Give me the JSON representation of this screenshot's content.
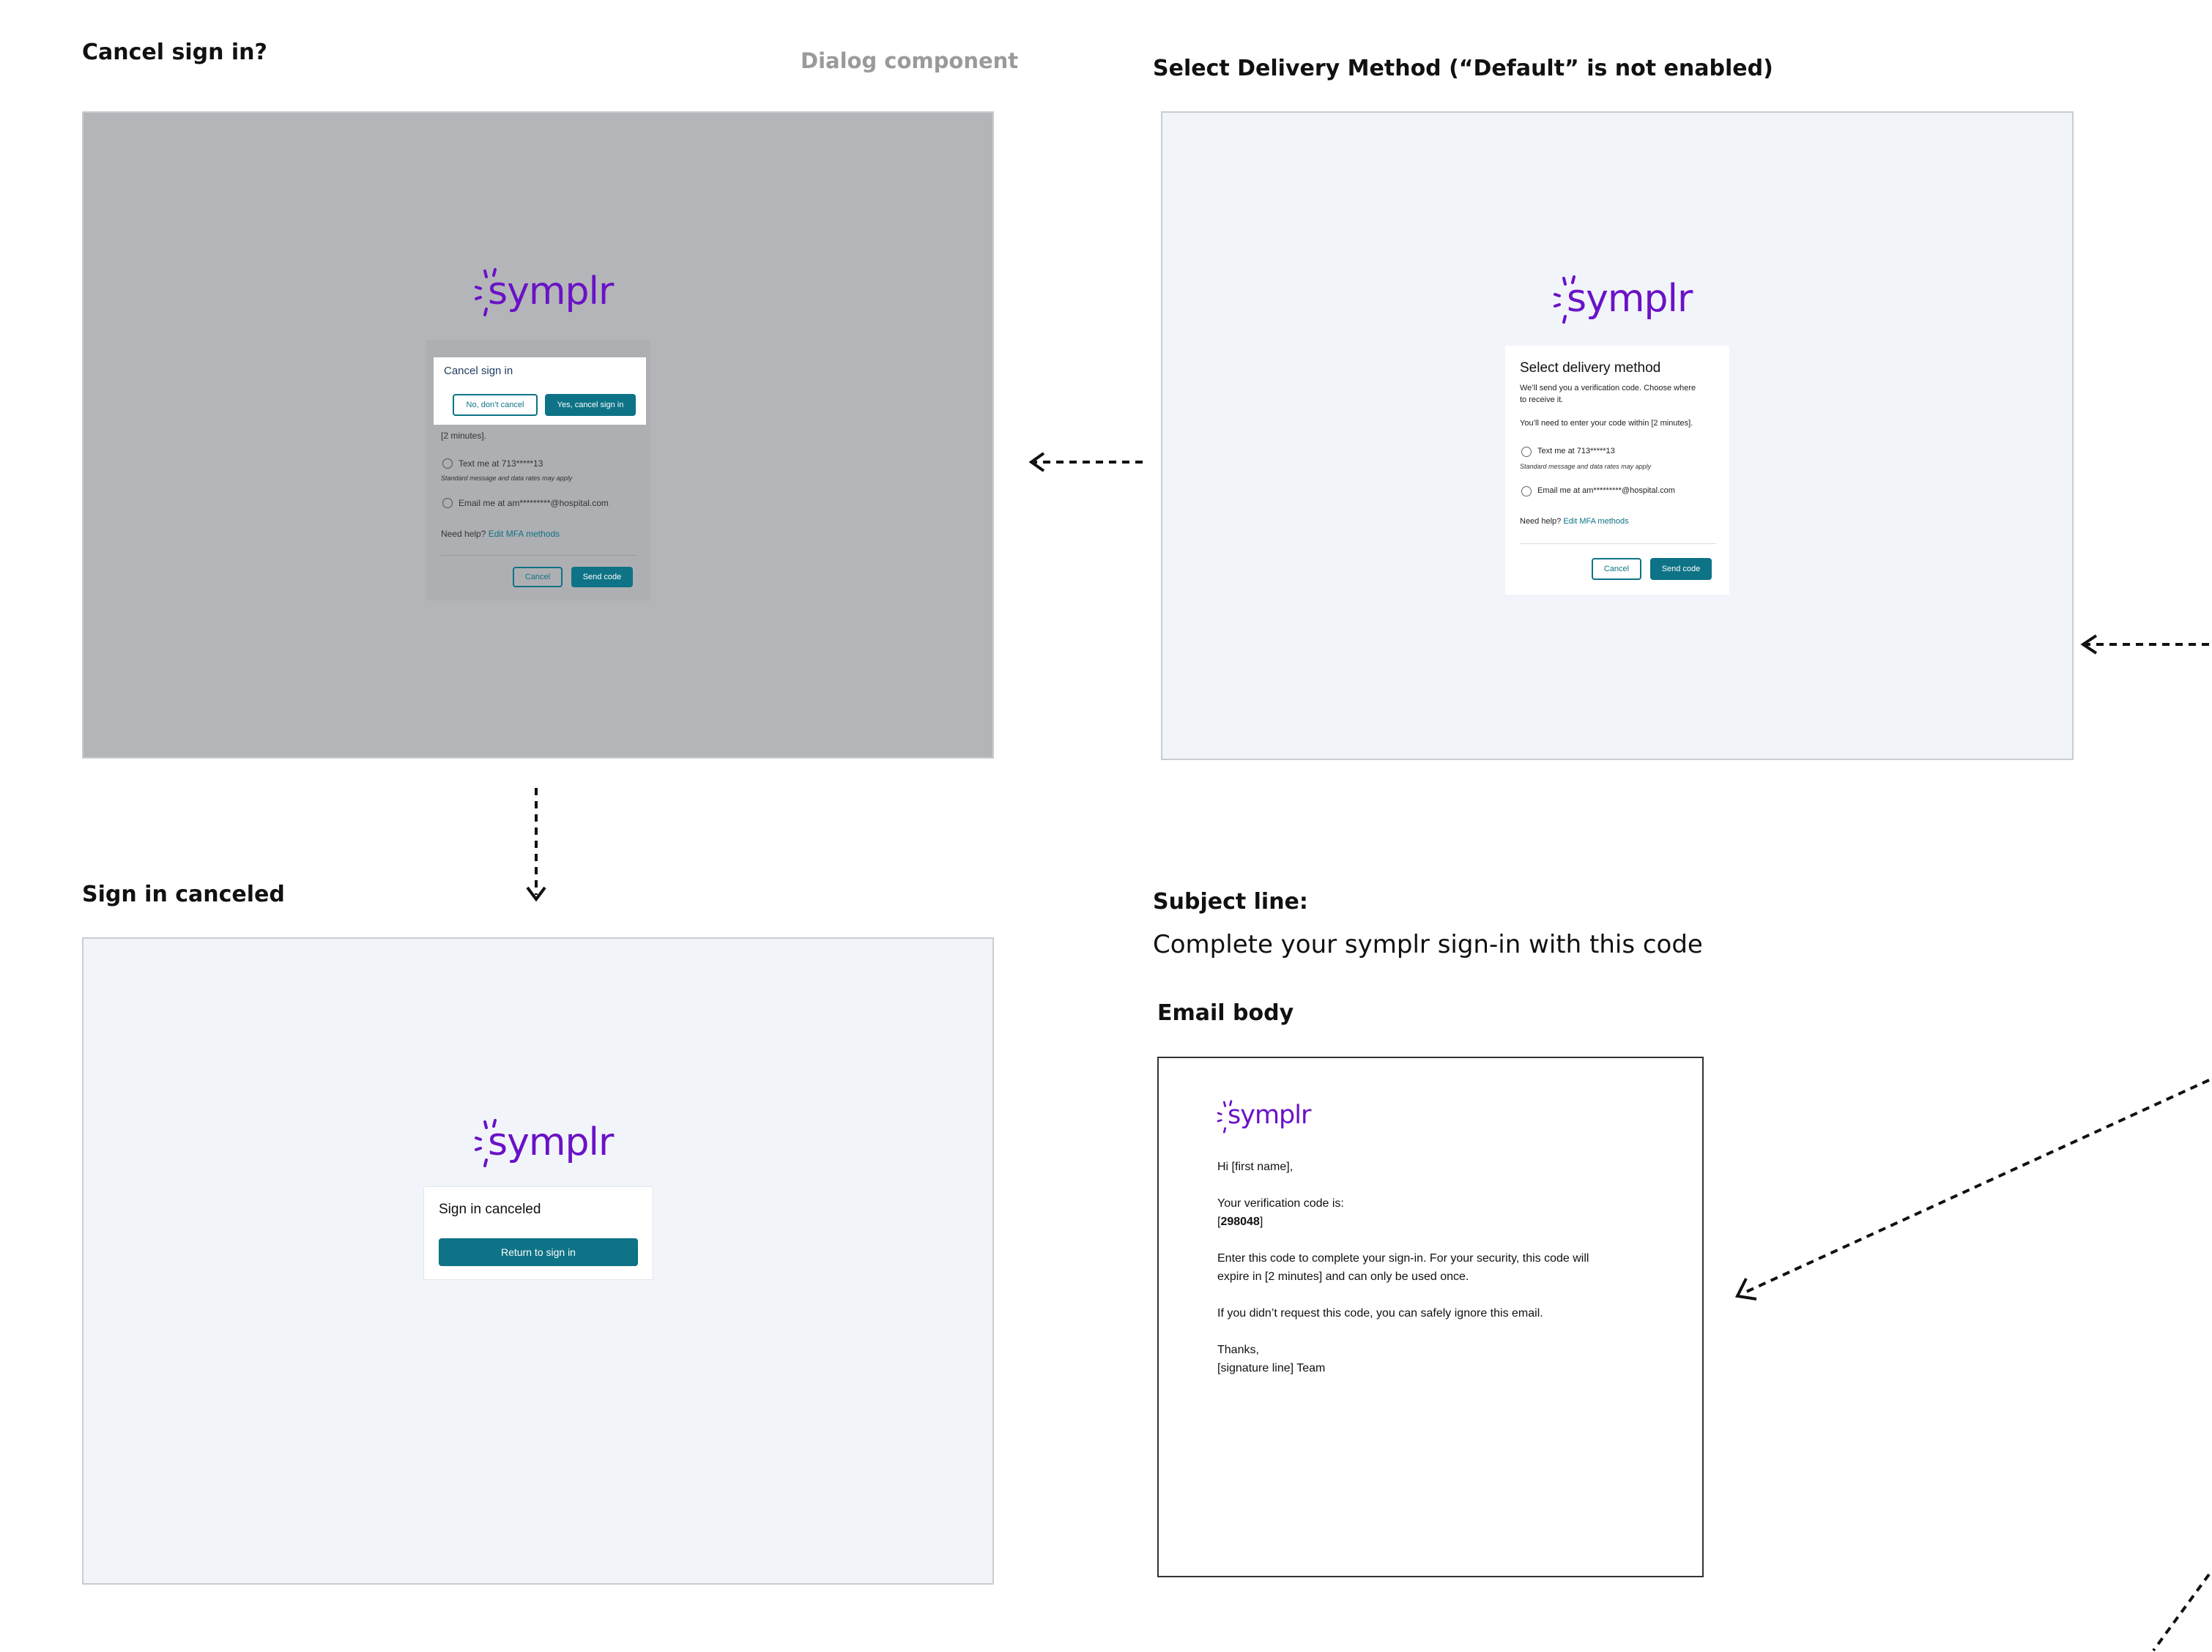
{
  "sections": {
    "cancel": {
      "title": "Cancel sign in?",
      "note": "Dialog component"
    },
    "delivery": {
      "title": "Select Delivery Method (“Default” is not enabled)"
    },
    "canceled": {
      "title": "Sign in canceled"
    },
    "subject": {
      "label": "Subject line:",
      "text": "Complete your symplr sign-in with this code"
    },
    "email": {
      "label": "Email body"
    }
  },
  "logo": {
    "text": "symplr",
    "color": "#6a12c7"
  },
  "cancel_dialog": {
    "title": "Cancel sign in",
    "no_button": "No, don’t cancel",
    "yes_button": "Yes, cancel sign in",
    "behind": {
      "minutes": "[2 minutes].",
      "text_option": "Text me at 713*****13",
      "rates_note": "Standard message and data rates may apply",
      "email_option": "Email me at am*********@hospital.com",
      "help_prefix": "Need help?",
      "help_link": "Edit MFA methods",
      "cancel": "Cancel",
      "send": "Send code"
    }
  },
  "delivery_card": {
    "title": "Select delivery method",
    "desc_line1": "We’ll send you a verification code. Choose where",
    "desc_line2": "to receive it.",
    "within": "You’ll need to enter your code within [2 minutes].",
    "text_option": "Text me at 713*****13",
    "rates_note": "Standard message and data rates may apply",
    "email_option": "Email me at am*********@hospital.com",
    "help_prefix": "Need help?",
    "help_link": "Edit MFA methods",
    "cancel": "Cancel",
    "send": "Send code"
  },
  "canceled_card": {
    "title": "Sign in canceled",
    "button": "Return to sign in"
  },
  "email_body": {
    "greeting": "Hi [first name],",
    "code_intro": "Your verification code is:",
    "code_open": "[",
    "code": "298048",
    "code_close": "]",
    "para_line1": "Enter this code to complete your sign-in. For your security, this code will",
    "para_line2": "expire in [2 minutes] and can only be used once.",
    "ignore": "If you didn’t request this code, you can safely ignore this email.",
    "thanks": "Thanks,",
    "signature": "[signature line] Team"
  },
  "colors": {
    "teal": "#0e7386",
    "purple": "#6a12c7",
    "frame_bg": "#f1f4f9",
    "overlay_bg": "#b4b5b8"
  }
}
